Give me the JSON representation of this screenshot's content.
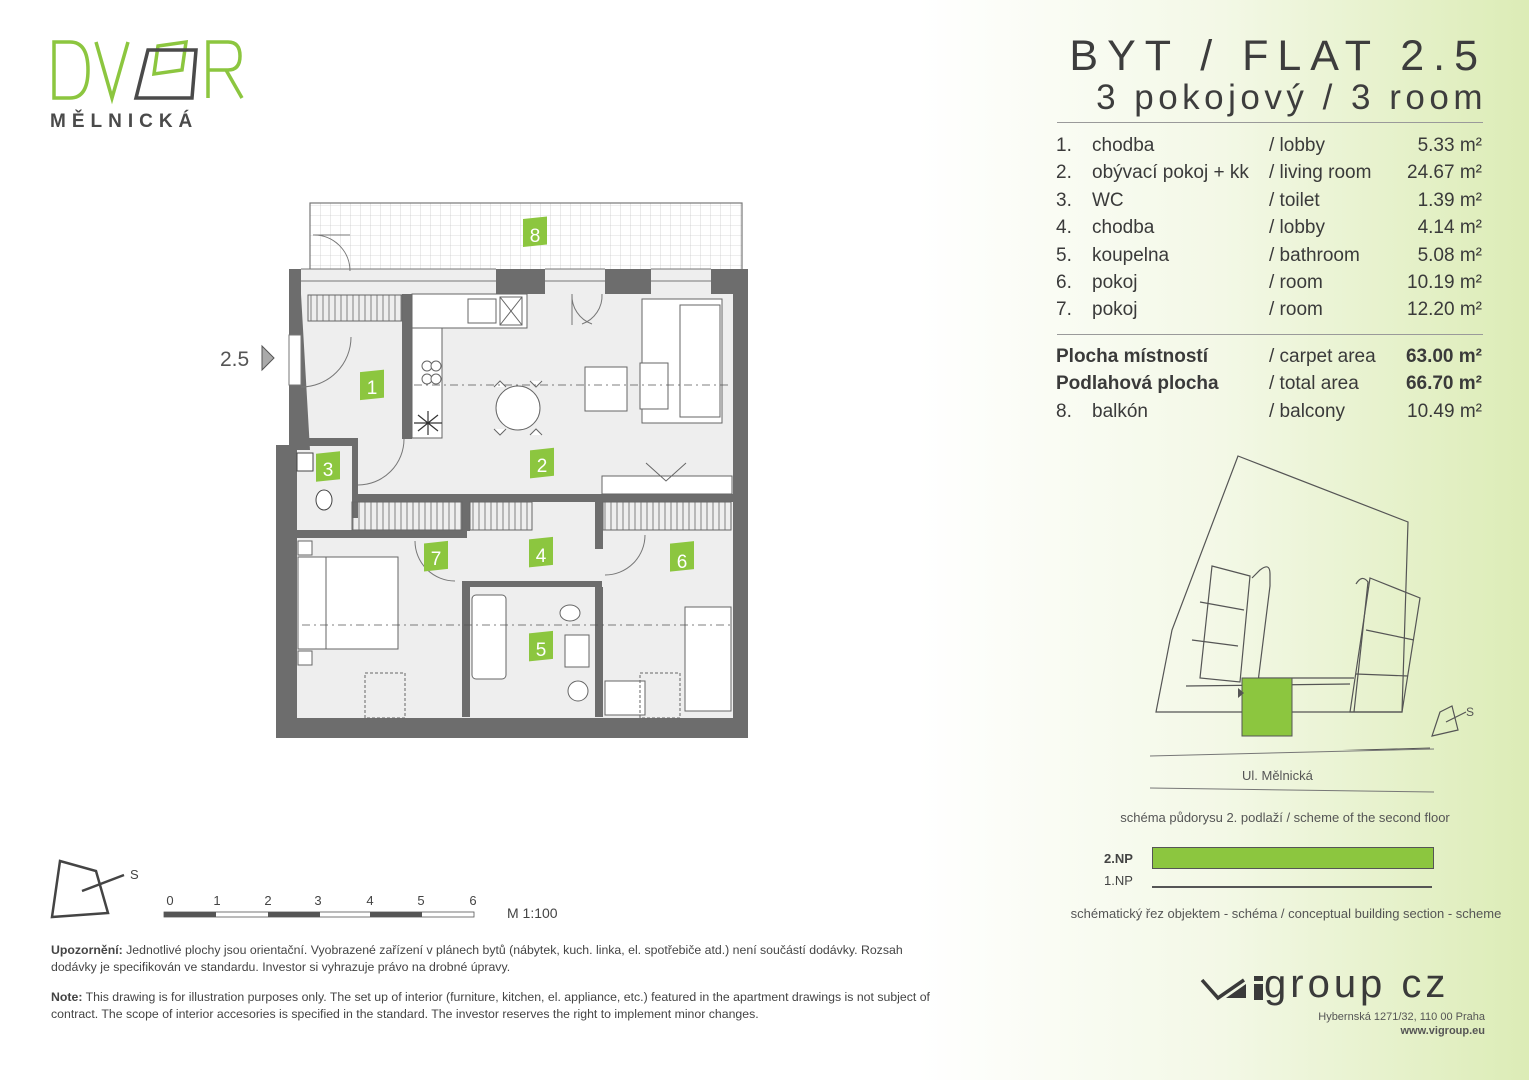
{
  "logo": {
    "main": "DVOR",
    "sub": "MĚLNICKÁ"
  },
  "header": {
    "title": "BYT / FLAT 2.5",
    "subtitle": "3 pokojový / 3 room"
  },
  "rooms": [
    {
      "num": "1.",
      "cz": "chodba",
      "en": "/ lobby",
      "area": "5.33 m²"
    },
    {
      "num": "2.",
      "cz": "obývací pokoj + kk",
      "en": "/ living room",
      "area": "24.67 m²"
    },
    {
      "num": "3.",
      "cz": "WC",
      "en": "/ toilet",
      "area": "1.39 m²"
    },
    {
      "num": "4.",
      "cz": "chodba",
      "en": "/ lobby",
      "area": "4.14 m²"
    },
    {
      "num": "5.",
      "cz": "koupelna",
      "en": "/ bathroom",
      "area": "5.08 m²"
    },
    {
      "num": "6.",
      "cz": "pokoj",
      "en": "/ room",
      "area": "10.19 m²"
    },
    {
      "num": "7.",
      "cz": "pokoj",
      "en": "/ room",
      "area": "12.20 m²"
    }
  ],
  "totals": {
    "carpet": {
      "cz": "Plocha místností",
      "en": "/ carpet area",
      "area": "63.00 m²"
    },
    "total": {
      "cz": "Podlahová plocha",
      "en": "/ total area",
      "area": "66.70 m²"
    },
    "balcony": {
      "num": "8.",
      "cz": "balkón",
      "en": "/ balcony",
      "area": "10.49 m²"
    }
  },
  "plan": {
    "flat_marker": "2.5",
    "room_labels": [
      "1",
      "2",
      "3",
      "4",
      "5",
      "6",
      "7",
      "8"
    ]
  },
  "site": {
    "north": "S",
    "street": "Ul. Mělnická",
    "caption": "schéma půdorysu 2. podlaží / scheme of the second floor"
  },
  "section": {
    "floor2": "2.NP",
    "floor1": "1.NP",
    "caption": "schématický řez objektem - schéma / conceptual building section - scheme"
  },
  "scale": {
    "north": "S",
    "ticks": [
      "0",
      "1",
      "2",
      "3",
      "4",
      "5",
      "6"
    ],
    "label": "M 1:100"
  },
  "notes": {
    "cz_label": "Upozornění:",
    "cz_text": " Jednotlivé plochy jsou orientační. Vyobrazené zařízení v plánech bytů (nábytek, kuch. linka, el. spotřebiče atd.) není součástí dodávky. Rozsah dodávky je specifikován ve standardu. Investor si vyhrazuje právo na drobné úpravy.",
    "en_label": "Note:",
    "en_text": " This drawing is for illustration purposes only. The set up of interior (furniture, kitchen, el. appliance, etc.) featured in the apartment drawings is not subject of contract. The scope of interior accesories is specified in the standard. The investor reserves the right to implement minor changes."
  },
  "company": {
    "name": "group cz",
    "address": "Hybernská 1271/32, 110 00 Praha",
    "web": "www.vigroup.eu"
  },
  "colors": {
    "accent": "#8cc63f",
    "wall": "#6d6d6d",
    "floor": "#ececec",
    "text": "#3a3a3a"
  }
}
